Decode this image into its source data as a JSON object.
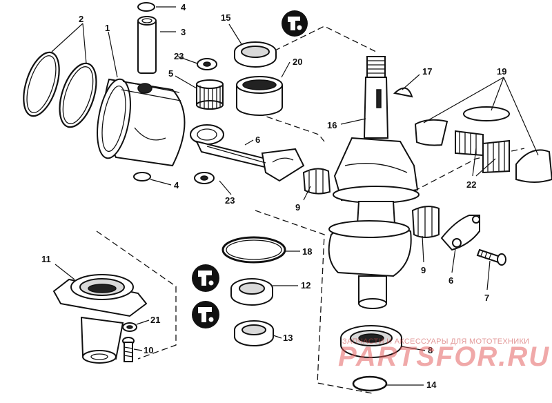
{
  "callouts": {
    "c1": "1",
    "c2": "2",
    "c3": "3",
    "c4a": "4",
    "c4b": "4",
    "c5": "5",
    "c6a": "6",
    "c6b": "6",
    "c7": "7",
    "c8": "8",
    "c9a": "9",
    "c9b": "9",
    "c10": "10",
    "c11": "11",
    "c12": "12",
    "c13": "13",
    "c14": "14",
    "c15": "15",
    "c16": "16",
    "c17": "17",
    "c18": "18",
    "c19": "19",
    "c20": "20",
    "c21": "21",
    "c22": "22",
    "c23a": "23",
    "c23b": "23"
  },
  "watermark": {
    "tagline": "ЗАПЧАСТИ И АКСЕССУАРЫ ДЛЯ МОТОТЕХНИКИ",
    "brand": "PARTSFOR.RU",
    "color": "#e25555"
  },
  "icons": [
    "sealant-tube-icon",
    "sealant-tube-icon",
    "sealant-tube-icon"
  ]
}
